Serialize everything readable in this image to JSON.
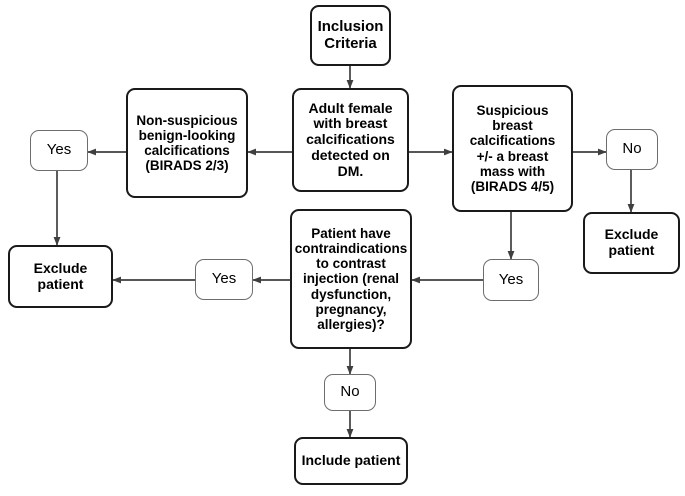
{
  "diagram": {
    "title": "Patient inclusion flowchart for contrast-enhanced breast imaging",
    "background_color": "#ffffff",
    "line_color": "#3f3f3f",
    "strong_border_color": "#1a1a1a",
    "light_border_color": "#6d6d6d",
    "text_color": "#000000"
  },
  "nodes": {
    "inclusion_criteria": {
      "label": "Inclusion\nCriteria"
    },
    "adult_female": {
      "label": "Adult female\nwith breast\ncalcifications\ndetected on\nDM."
    },
    "non_suspicious": {
      "label": "Non-suspicious\nbenign-looking\ncalcifications\n(BIRADS 2/3)"
    },
    "suspicious": {
      "label": "Suspicious\nbreast\ncalcifications\n+/-  a breast\nmass with\n(BIRADS 4/5)"
    },
    "contraindications": {
      "label": "Patient have\ncontraindications\nto contrast\ninjection (renal\ndysfunction,\npregnancy,\nallergies)?"
    },
    "yes_left_top": {
      "label": "Yes"
    },
    "no_right_top": {
      "label": "No"
    },
    "yes_mid_left": {
      "label": "Yes"
    },
    "yes_mid_right": {
      "label": "Yes"
    },
    "no_bottom": {
      "label": "No"
    },
    "exclude_patient_left": {
      "label": "Exclude\npatient"
    },
    "exclude_patient_right": {
      "label": "Exclude\npatient"
    },
    "exclude_patient_mid_left": {
      "label": "Exclude\npatient"
    },
    "include_patient": {
      "label": "Include patient"
    }
  },
  "edges": [
    {
      "from": "inclusion_criteria",
      "to": "adult_female",
      "label": ""
    },
    {
      "from": "adult_female",
      "to": "non_suspicious",
      "label": ""
    },
    {
      "from": "adult_female",
      "to": "suspicious",
      "label": ""
    },
    {
      "from": "non_suspicious",
      "to": "yes_left_top",
      "label": ""
    },
    {
      "from": "yes_left_top",
      "to": "exclude_patient_left",
      "label": ""
    },
    {
      "from": "suspicious",
      "to": "no_right_top",
      "label": ""
    },
    {
      "from": "no_right_top",
      "to": "exclude_patient_right",
      "label": ""
    },
    {
      "from": "suspicious",
      "to": "yes_mid_right",
      "label": ""
    },
    {
      "from": "yes_mid_right",
      "to": "contraindications",
      "label": ""
    },
    {
      "from": "contraindications",
      "to": "yes_mid_left",
      "label": ""
    },
    {
      "from": "yes_mid_left",
      "to": "exclude_patient_mid_left",
      "label": ""
    },
    {
      "from": "contraindications",
      "to": "no_bottom",
      "label": ""
    },
    {
      "from": "no_bottom",
      "to": "include_patient",
      "label": ""
    }
  ]
}
